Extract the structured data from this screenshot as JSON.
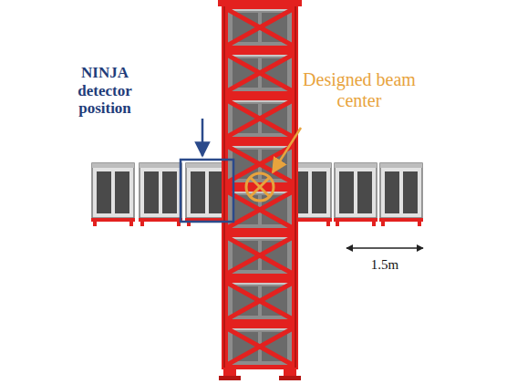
{
  "diagram": {
    "labels": [
      "NINJA detector position",
      "Designed beam center",
      "1.5m"
    ]
  }
}
